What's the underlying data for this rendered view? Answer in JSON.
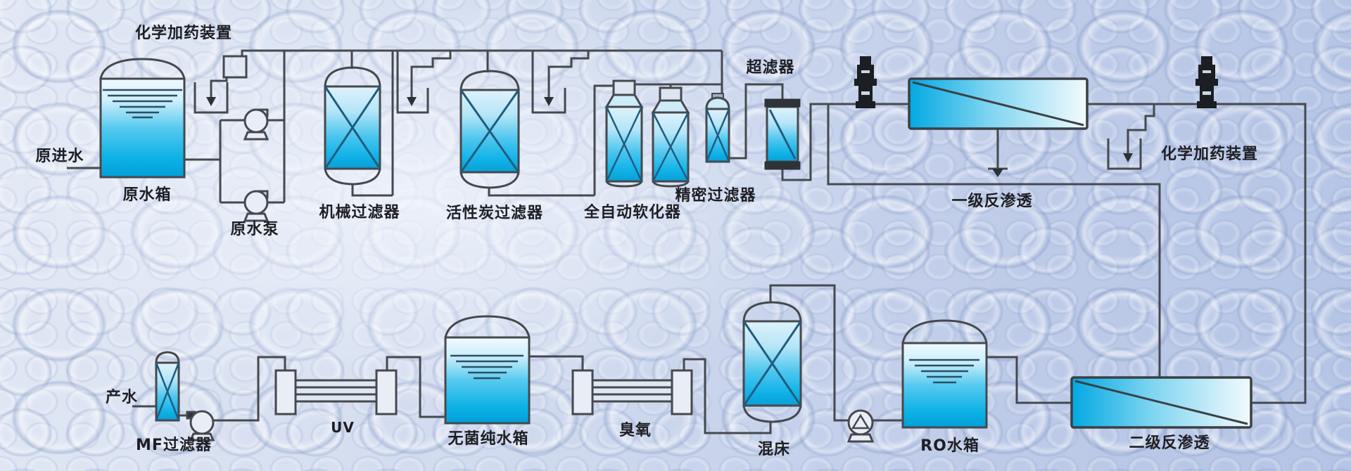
{
  "diagram": {
    "type": "water-treatment-process-flow",
    "labels": {
      "chem_dosing_1": "化学加药装置",
      "raw_inlet": "原进水",
      "raw_tank": "原水箱",
      "raw_pump": "原水泵",
      "mech_filter": "机械过滤器",
      "carbon_filter": "活性炭过滤器",
      "softener": "全自动软化器",
      "precision_filter": "精密过滤器",
      "ultrafilter": "超滤器",
      "ro_stage1": "一级反渗透",
      "chem_dosing_2": "化学加药装置",
      "ro_stage2": "二级反渗透",
      "ro_tank": "RO水箱",
      "mixed_bed": "混床",
      "ozone": "臭氧",
      "sterile_tank": "无菌纯水箱",
      "uv": "UV",
      "mf_filter": "MF过滤器",
      "product_water": "产水"
    },
    "colors": {
      "pipe": "#45494e",
      "vessel_outline": "#45494e",
      "water_light": "#dff2fb",
      "water_cyan": "#2cbcec",
      "water_deep": "#00a0d8",
      "cross_line": "#1f5c80",
      "label_text": "#1e1f24",
      "background": "#c9d4ea",
      "dark_pump": "#1b1e22"
    }
  }
}
